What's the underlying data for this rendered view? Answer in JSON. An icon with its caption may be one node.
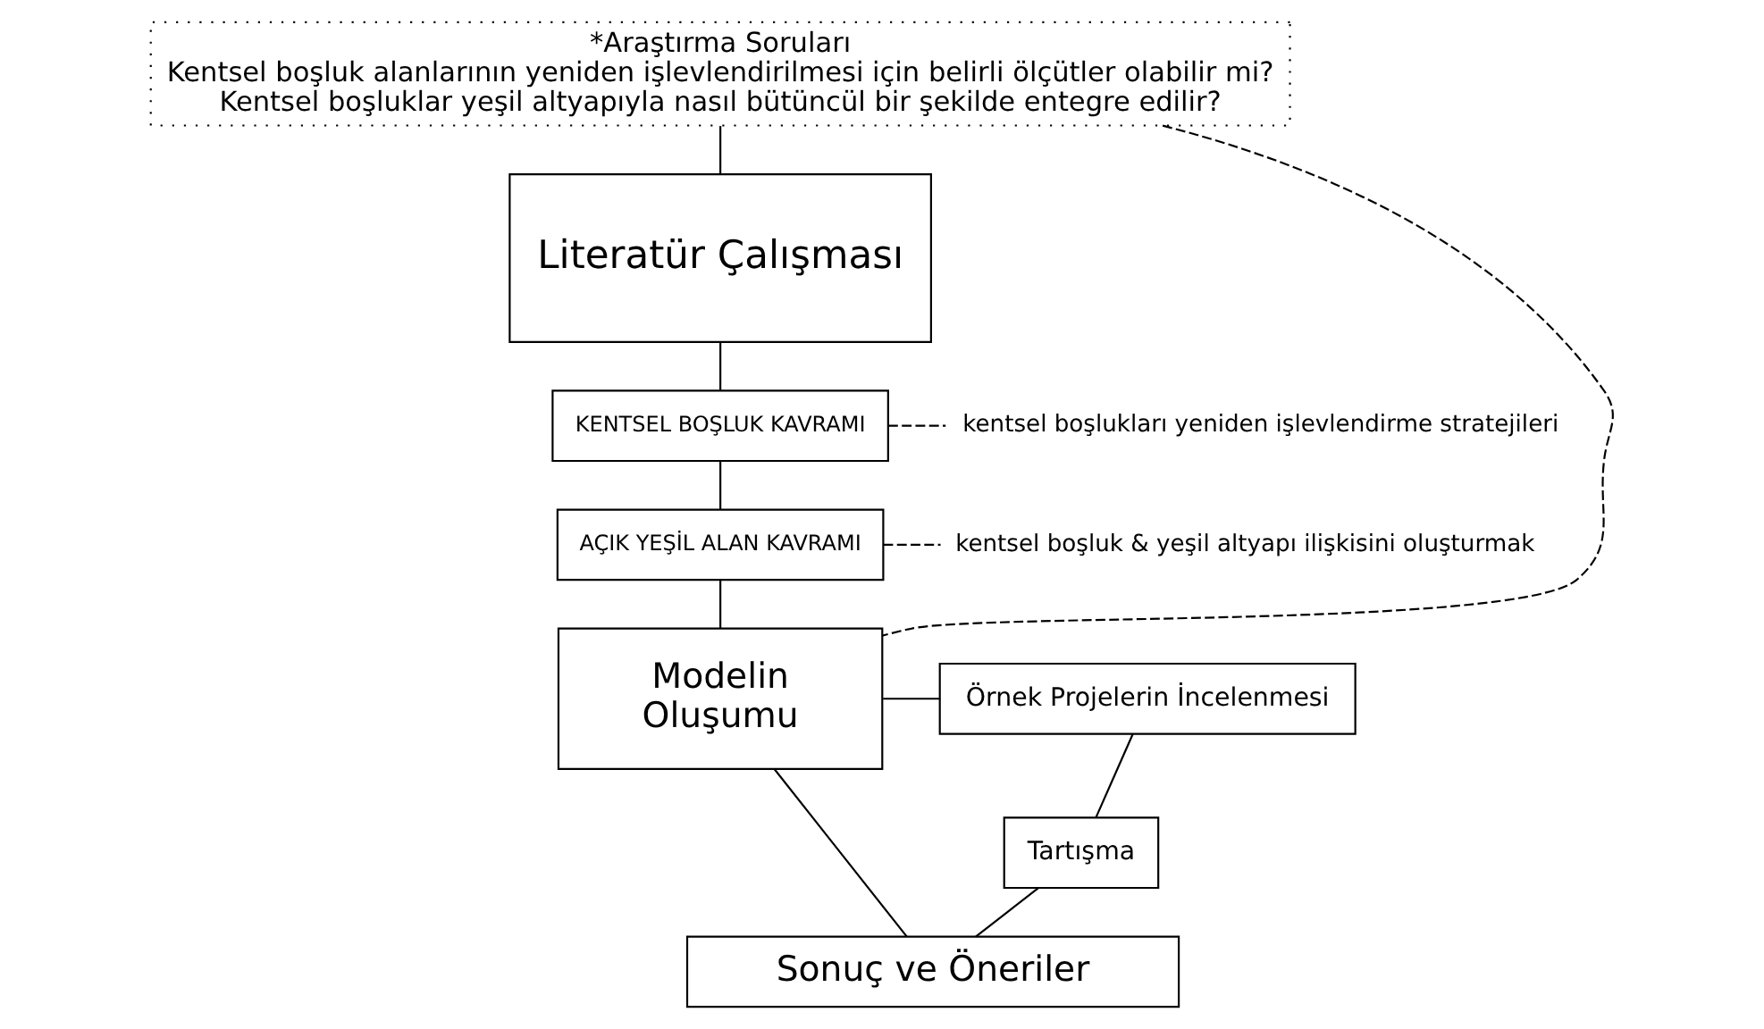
{
  "diagram": {
    "nodes": [
      {
        "text": [
          "*Araştırma Soruları",
          "Kentsel boşluk alanlarının yeniden işlevlendirilmesi için belirli ölçütler olabilir mi? Kentsel boşluklar yeşil altyapıyla nasıl bütüncül bir şekilde entegre edilir?"
        ]
      },
      {
        "text": [
          "Literatür Çalışması"
        ]
      },
      {
        "text": [
          "KENTSEL BOŞLUK KAVRAMI"
        ]
      },
      {
        "text": [
          "AÇIK YEŞİL ALAN KAVRAMI"
        ]
      },
      {
        "text": [
          "kentsel boşlukları yeniden işlevlendirme stratejileri"
        ]
      },
      {
        "text": [
          "kentsel boşluk & yeşil altyapı ilişkisini oluşturmak"
        ]
      },
      {
        "text": [
          "Modelin Oluşumu"
        ]
      },
      {
        "text": [
          "Örnek Projelerin İncelenmesi"
        ]
      },
      {
        "text": [
          "Tartışma"
        ]
      },
      {
        "text": [
          "Sonuç ve Öneriler"
        ]
      }
    ],
    "edges": [
      {
        "from": 0,
        "to": 1,
        "arrow": "none"
      },
      {
        "from": 1,
        "to": 2,
        "arrow": "none"
      },
      {
        "from": 2,
        "to": 4,
        "arrow": "none",
        "style": "dashed"
      },
      {
        "from": 2,
        "to": 3,
        "arrow": "none"
      },
      {
        "from": 3,
        "to": 5,
        "arrow": "none",
        "style": "dashed"
      },
      {
        "from": 3,
        "to": 6,
        "arrow": "none"
      },
      {
        "from": 0,
        "to": 6,
        "arrow": "none",
        "style": "dashed"
      },
      {
        "from": 6,
        "to": 7,
        "arrow": "none"
      },
      {
        "from": 7,
        "to": 8,
        "arrow": "none"
      },
      {
        "from": 8,
        "to": 9,
        "arrow": "none"
      },
      {
        "from": 6,
        "to": 9,
        "arrow": "none"
      }
    ]
  }
}
